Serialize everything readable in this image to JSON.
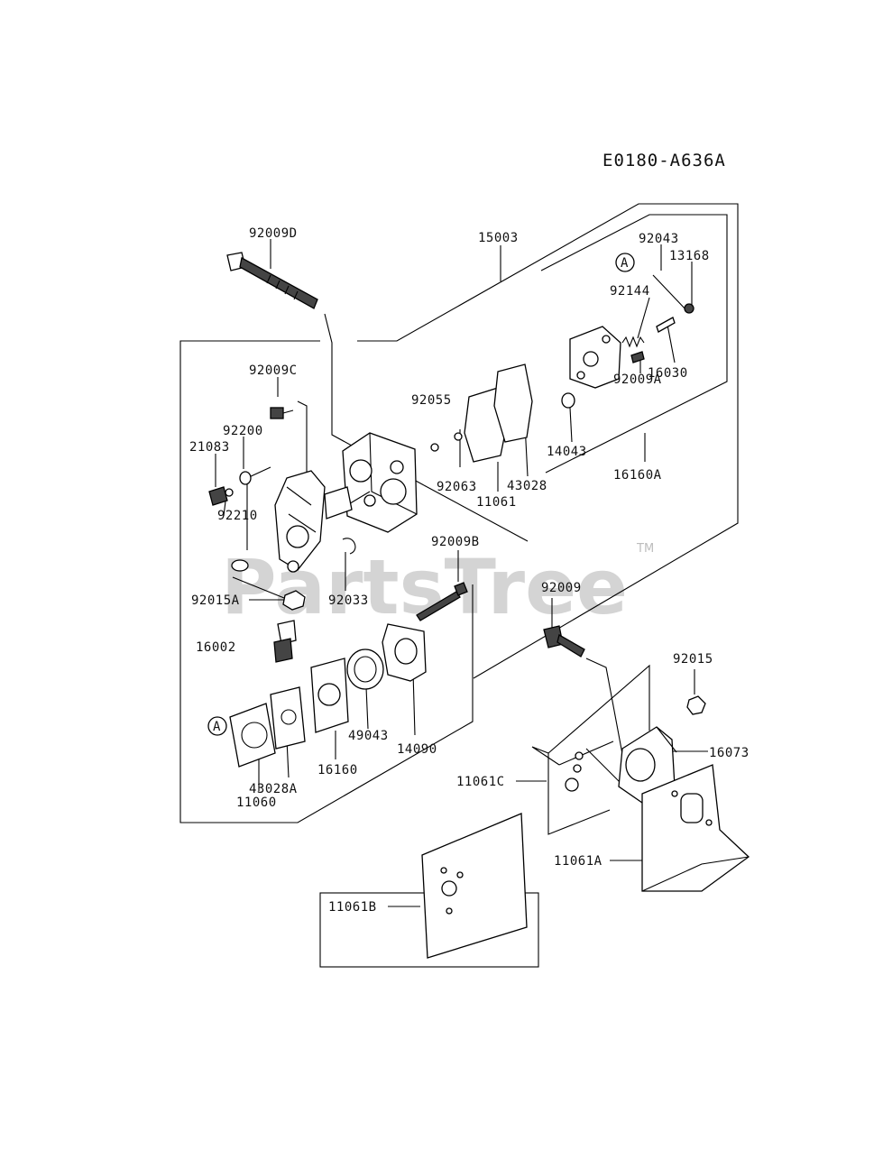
{
  "diagram_code": "E0180-A636A",
  "watermark": {
    "text": "PartsTree",
    "trademark": "TM"
  },
  "ref_marks": [
    "A",
    "A"
  ],
  "part_labels": [
    "92009D",
    "15003",
    "92043",
    "13168",
    "92144",
    "16030",
    "92009C",
    "92200",
    "21083",
    "92210",
    "92055",
    "92063",
    "11061",
    "43028",
    "14043",
    "92009A",
    "16160A",
    "92009B",
    "92015A",
    "92033",
    "16002",
    "92009",
    "92015",
    "16073",
    "49043",
    "14090",
    "16160",
    "43028A",
    "11060",
    "11061C",
    "11061A",
    "11061B"
  ]
}
